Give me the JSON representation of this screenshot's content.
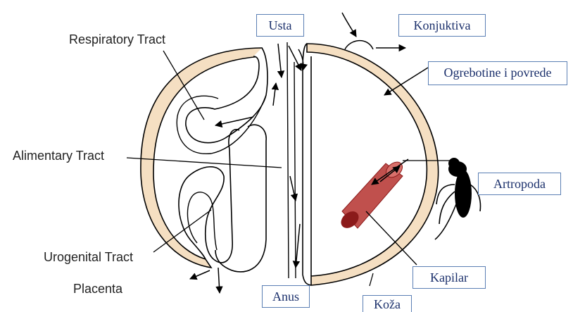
{
  "labels": {
    "respiratory": "Respiratory Tract",
    "alimentary": "Alimentary Tract",
    "urogenital": "Urogenital Tract",
    "placenta": "Placenta"
  },
  "boxes": {
    "usta": "Usta",
    "konjuktiva": "Konjuktiva",
    "ogrebotine": "Ogrebotine i povrede",
    "artropoda": "Artropoda",
    "kapilar": "Kapilar",
    "anus": "Anus",
    "koza": "Koža"
  },
  "colors": {
    "skin": "#f5dfc2",
    "capillary": "#c0504d",
    "capillary_dark": "#8b1a1a",
    "box_border": "#5b7fb4",
    "box_text": "#1a2f6b",
    "arthropod": "#000000"
  }
}
